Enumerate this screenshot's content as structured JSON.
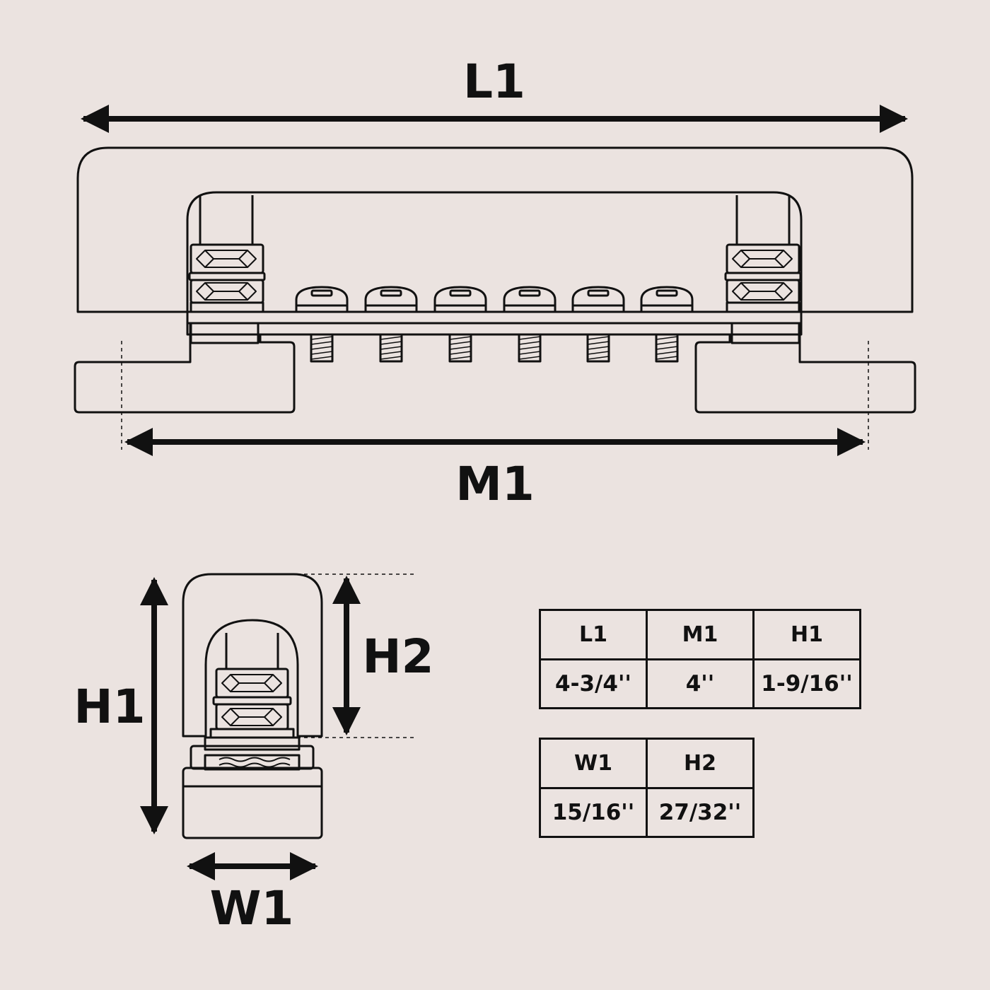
{
  "colors": {
    "background": "#ebe3e0",
    "line": "#111111"
  },
  "icons": {
    "front_view": "bus-bar-front-view-drawing",
    "side_view": "bus-bar-side-view-drawing",
    "arrows": "dimension-double-arrow"
  },
  "dimension_labels": {
    "length": "L1",
    "mount": "M1",
    "height": "H1",
    "cover_height": "H2",
    "width": "W1"
  },
  "spec_tables": [
    {
      "headers": [
        "L1",
        "M1",
        "H1"
      ],
      "values": [
        "4-3/4''",
        "4''",
        "1-9/16''"
      ]
    },
    {
      "headers": [
        "W1",
        "H2"
      ],
      "values": [
        "15/16''",
        "27/32''"
      ]
    }
  ]
}
